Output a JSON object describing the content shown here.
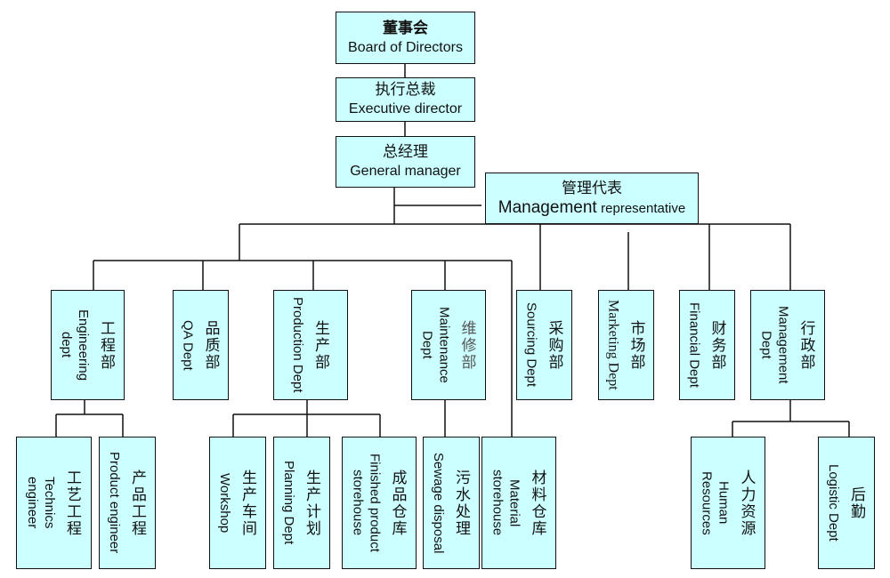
{
  "title": "Organization chart",
  "colors": {
    "box_fill": "#ccffff",
    "line": "#111111"
  },
  "top": {
    "board": {
      "zh": "董事会",
      "en": "Board of Directors"
    },
    "executive": {
      "zh": "执行总裁",
      "en": "Executive director"
    },
    "general_manager": {
      "zh": "总经理",
      "en": "General manager"
    },
    "management_rep": {
      "zh": "管理代表",
      "en_main": "Management",
      "en_rest": "representative"
    }
  },
  "departments": [
    {
      "id": "engineering",
      "zh": "工程部",
      "en": "Engineering dept"
    },
    {
      "id": "qa",
      "zh": "品质部",
      "en": "QA Dept"
    },
    {
      "id": "production",
      "zh": "生产部",
      "en": "Production Dept"
    },
    {
      "id": "maintenance",
      "zh": "维修部",
      "en": "Maintenance Dept"
    },
    {
      "id": "sourcing",
      "zh": "采购部",
      "en": "Sourcing Dept"
    },
    {
      "id": "marketing",
      "zh": "市场部",
      "en": "Marketing Dept"
    },
    {
      "id": "financial",
      "zh": "财务部",
      "en": "Financial Dept"
    },
    {
      "id": "management",
      "zh": "行政部",
      "en": "Management Dept"
    }
  ],
  "sub_units": [
    {
      "id": "technics",
      "parent": "engineering",
      "zh": "工艺工程",
      "en": "Technics engineer"
    },
    {
      "id": "product-engineer",
      "parent": "engineering",
      "zh": "产品工程",
      "en": "Product engineer"
    },
    {
      "id": "workshop",
      "parent": "production",
      "zh": "生产车间",
      "en": "Workshop"
    },
    {
      "id": "planning",
      "parent": "production",
      "zh": "生产计划",
      "en": "Planning Dept"
    },
    {
      "id": "finished-storehouse",
      "parent": "production",
      "zh": "成品仓库",
      "en": "Finished product storehouse"
    },
    {
      "id": "sewage",
      "parent": "maintenance",
      "zh": "污水处理",
      "en": "Sewage disposal"
    },
    {
      "id": "material-storehouse",
      "parent": "general_manager",
      "zh": "材料仓库",
      "en": "Material storehouse"
    },
    {
      "id": "human-resources",
      "parent": "management",
      "zh": "人力资源",
      "en": "Human Resources"
    },
    {
      "id": "logistic",
      "parent": "management",
      "zh": "后勤",
      "en": "Logistic Dept"
    }
  ]
}
